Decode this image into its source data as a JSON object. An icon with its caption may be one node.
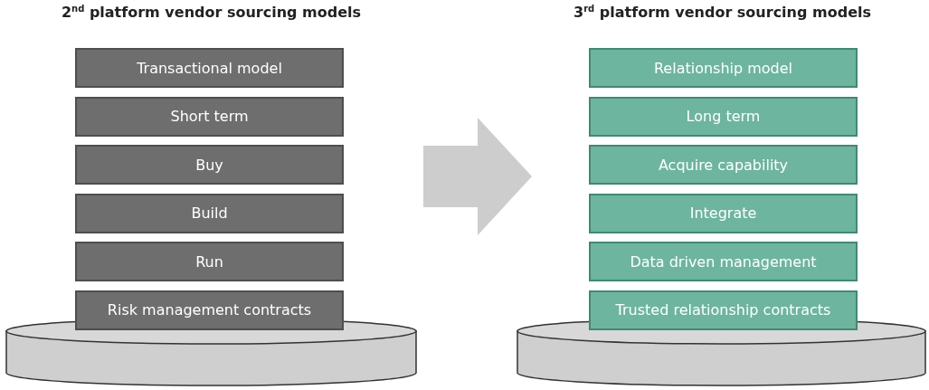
{
  "diagram": {
    "nodes": [
      {
        "text": [
          "Transactional model"
        ]
      },
      {
        "text": [
          "Short term"
        ]
      },
      {
        "text": [
          "Buy"
        ]
      },
      {
        "text": [
          "Build"
        ]
      },
      {
        "text": [
          "Run"
        ]
      },
      {
        "text": [
          "Risk management contracts"
        ]
      },
      {
        "text": [
          "Relationship model"
        ]
      },
      {
        "text": [
          "Long term"
        ]
      },
      {
        "text": [
          "Acquire capability"
        ]
      },
      {
        "text": [
          "Integrate"
        ]
      },
      {
        "text": [
          "Data driven management"
        ]
      },
      {
        "text": [
          "Trusted relationship contracts"
        ]
      }
    ],
    "labels": [
      "2$^{nd}$ platform vendor sourcing models",
      "3$^{rd}$ platform vendor sourcing models"
    ]
  }
}
